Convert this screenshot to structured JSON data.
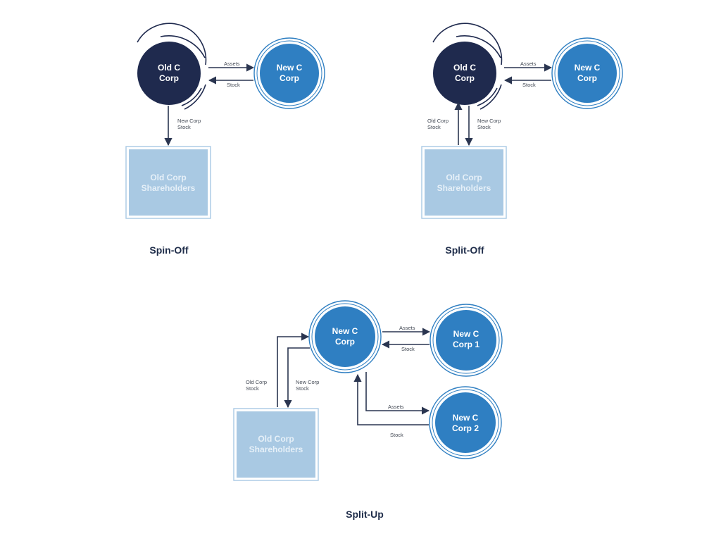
{
  "colors": {
    "navy": "#1f2a4e",
    "blue": "#2f7fc2",
    "box_fill": "#a9c9e3",
    "box_text": "#e6f0f8",
    "line": "#2a3550"
  },
  "spin_off": {
    "title": "Spin-Off",
    "old": [
      "Old C",
      "Corp"
    ],
    "new": [
      "New C",
      "Corp"
    ],
    "assets": "Assets",
    "stock": "Stock",
    "down_label": [
      "New Corp",
      "Stock"
    ],
    "shareholders": [
      "Old Corp",
      "Shareholders"
    ]
  },
  "split_off": {
    "title": "Split-Off",
    "old": [
      "Old C",
      "Corp"
    ],
    "new": [
      "New C",
      "Corp"
    ],
    "assets": "Assets",
    "stock": "Stock",
    "up_label": [
      "Old Corp",
      "Stock"
    ],
    "down_label": [
      "New Corp",
      "Stock"
    ],
    "shareholders": [
      "Old Corp",
      "Shareholders"
    ]
  },
  "split_up": {
    "title": "Split-Up",
    "center": [
      "New C",
      "Corp"
    ],
    "corp1": [
      "New C",
      "Corp 1"
    ],
    "corp2": [
      "New C",
      "Corp 2"
    ],
    "assets1": "Assets",
    "stock1": "Stock",
    "assets2": "Assets",
    "stock2": "Stock",
    "left_label": [
      "Old Corp",
      "Stock"
    ],
    "right_label": [
      "New Corp",
      "Stock"
    ],
    "shareholders": [
      "Old Corp",
      "Shareholders"
    ]
  }
}
